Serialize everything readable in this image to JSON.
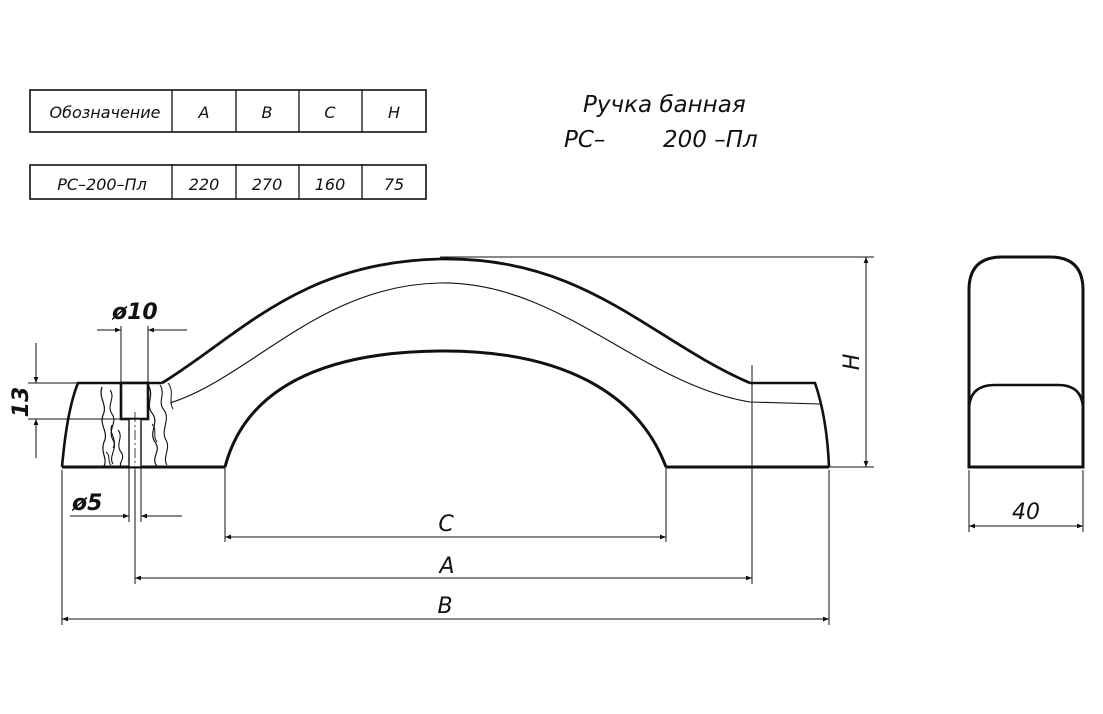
{
  "title": {
    "line1": "Ручка банная",
    "line2_prefix": "РС–",
    "line2_suffix": "200 –Пл"
  },
  "spec_table": {
    "headers": [
      "Обозначение",
      "A",
      "B",
      "C",
      "H"
    ],
    "row": [
      "РС–200–Пл",
      "220",
      "270",
      "160",
      "75"
    ]
  },
  "dimensions": {
    "dia10": "ø10",
    "dia5": "ø5",
    "thirteen": "13",
    "C": "C",
    "A": "A",
    "B": "B",
    "H": "H",
    "width40": "40"
  }
}
